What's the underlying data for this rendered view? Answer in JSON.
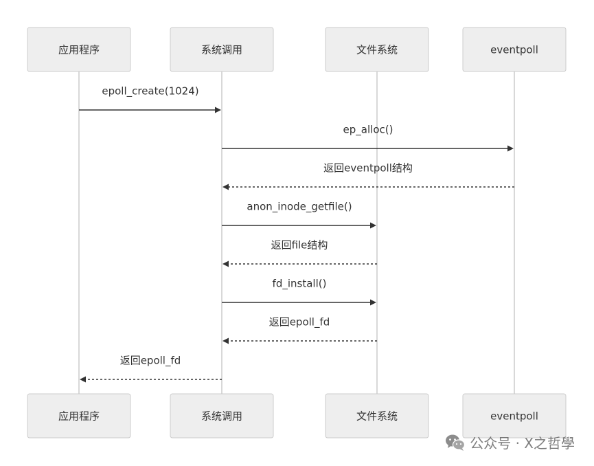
{
  "actors": [
    {
      "id": "app",
      "label": "应用程序"
    },
    {
      "id": "syscall",
      "label": "系统调用"
    },
    {
      "id": "fs",
      "label": "文件系统"
    },
    {
      "id": "eventpoll",
      "label": "eventpoll"
    }
  ],
  "messages": [
    {
      "from": "app",
      "to": "syscall",
      "label": "epoll_create(1024)",
      "style": "solid"
    },
    {
      "from": "syscall",
      "to": "eventpoll",
      "label": "ep_alloc()",
      "style": "solid"
    },
    {
      "from": "eventpoll",
      "to": "syscall",
      "label": "返回eventpoll结构",
      "style": "dashed"
    },
    {
      "from": "syscall",
      "to": "fs",
      "label": "anon_inode_getfile()",
      "style": "solid"
    },
    {
      "from": "fs",
      "to": "syscall",
      "label": "返回file结构",
      "style": "dashed"
    },
    {
      "from": "syscall",
      "to": "fs",
      "label": "fd_install()",
      "style": "solid"
    },
    {
      "from": "fs",
      "to": "syscall",
      "label": "返回epoll_fd",
      "style": "dashed"
    },
    {
      "from": "syscall",
      "to": "app",
      "label": "返回epoll_fd",
      "style": "dashed"
    }
  ],
  "watermark": {
    "text": "公众号 · X之哲學",
    "icon": "wechat-icon"
  },
  "colors": {
    "actor_fill": "#eeeeee",
    "actor_border": "#cccccc",
    "lifeline": "#cccccc",
    "message": "#333333"
  }
}
